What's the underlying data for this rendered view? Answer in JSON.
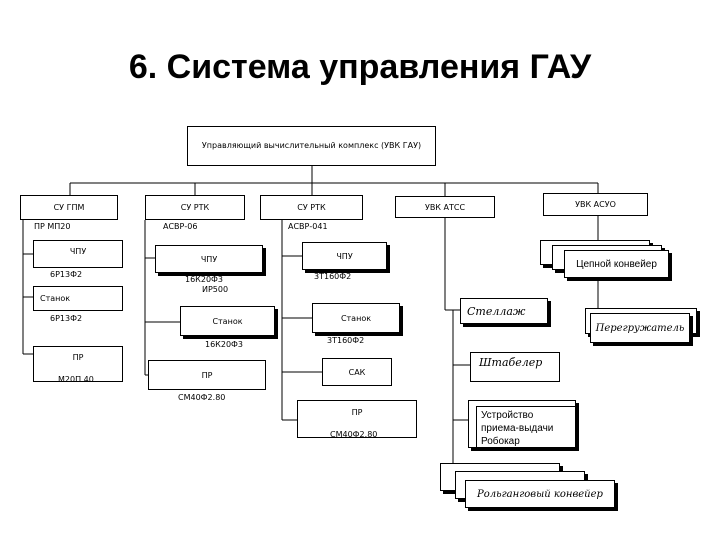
{
  "title": "6. Система управления ГАУ",
  "top": "Управляющий вычислительный комплекс (УВК ГАУ)",
  "col1": {
    "head": "СУ ГПМ",
    "sub": "ПР МП20",
    "b1": "ЧПУ",
    "b1sub": "6Р13Ф2",
    "b2": "Станок",
    "b2sub": "6Р13Ф2",
    "b3": "ПР",
    "b3sub": "М20П.40"
  },
  "col2": {
    "head": "СУ РТК",
    "sub": "АСВР-06",
    "b1": "ЧПУ",
    "b1sub": "16К20Ф3",
    "b1sub2": "ИР500",
    "b2": "Станок",
    "b2sub": "16К20Ф3",
    "b3": "ПР",
    "b3sub": "СМ40Ф2.80"
  },
  "col3": {
    "head": "СУ РТК",
    "sub": "АСВР-041",
    "b1": "ЧПУ",
    "b1sub": "3Т160Ф2",
    "b2": "Станок",
    "b2sub": "3Т160Ф2",
    "b3": "САК",
    "b4": "ПР",
    "b4sub": "СМ40Ф2.80"
  },
  "col4": {
    "head": "УВК АТСС",
    "b1": "Стеллаж",
    "b2": "Штабелер",
    "b3": "Устройство приема-выдачи Робокар",
    "b4": "Рольганговый конвейер"
  },
  "col5": {
    "head": "УВК АСУО",
    "b1": "Цепной конвейер",
    "b2": "Перегружатель"
  }
}
